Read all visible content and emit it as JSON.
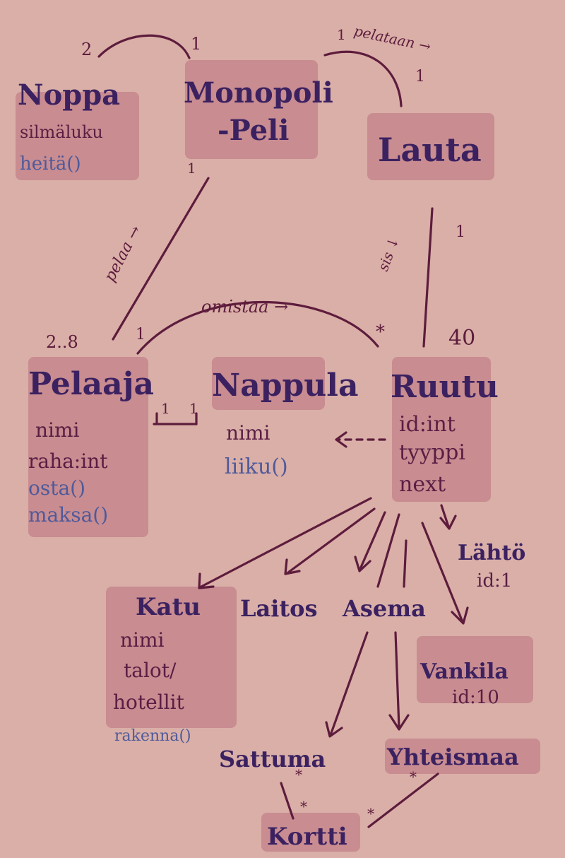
{
  "classes": {
    "noppa": {
      "title": "Noppa",
      "attrs": [
        "silmäluku"
      ],
      "methods": [
        "heitä()"
      ]
    },
    "monopoli": {
      "title_lines": [
        "Monopoli",
        "-Peli"
      ]
    },
    "lauta": {
      "title": "Lauta"
    },
    "pelaaja": {
      "title": "Pelaaja",
      "attrs": [
        "nimi",
        "raha:int"
      ],
      "methods": [
        "osta()",
        "maksa()"
      ]
    },
    "nappula": {
      "title": "Nappula",
      "attrs": [
        "nimi"
      ],
      "methods": [
        "liiku()"
      ]
    },
    "ruutu": {
      "title": "Ruutu",
      "attrs": [
        "id:int",
        "tyyppi",
        "next"
      ]
    },
    "lahto": {
      "title": "Lähtö",
      "attrs": [
        "id:1"
      ]
    },
    "katu": {
      "title": "Katu",
      "attrs": [
        "nimi",
        "talot/",
        "hotellit"
      ],
      "methods": [
        "rakenna()"
      ]
    },
    "laitos": {
      "title": "Laitos"
    },
    "asema": {
      "title": "Asema"
    },
    "vankila": {
      "title": "Vankila",
      "attrs": [
        "id:10"
      ]
    },
    "sattuma": {
      "title": "Sattuma"
    },
    "yhteismaa": {
      "title": "Yhteismaa"
    },
    "kortti": {
      "title": "Kortti"
    }
  },
  "associations": {
    "noppa_mult": "2",
    "monopoli_noppa_mult": "1",
    "monopoli_lauta_mult": "1",
    "monopoli_lauta_label": "pelataan →",
    "lauta_mult_top": "1",
    "monopoli_pelaaja_mult": "1",
    "pelaa_label": "pelaa →",
    "pelaaja_mult": "2..8",
    "lauta_ruutu_mult": "1",
    "sis_label": "sis ↓",
    "ruutu_mult": "40",
    "omistaa_label": "omistaa →",
    "omistaa_mult_pelaaja": "1",
    "omistaa_mult_ruutu": "*",
    "pelaaja_nappula_mult_a": "1",
    "pelaaja_nappula_mult_b": "1",
    "sattuma_kortti_a": "*",
    "sattuma_kortti_b": "*",
    "yhteismaa_kortti_a": "*",
    "yhteismaa_kortti_b": "*"
  },
  "colors": {
    "background": "#d9afa8",
    "hatch": "#b9707d",
    "line": "#5e1c3c",
    "title": "#3b2160",
    "method": "#4f5a9a"
  }
}
